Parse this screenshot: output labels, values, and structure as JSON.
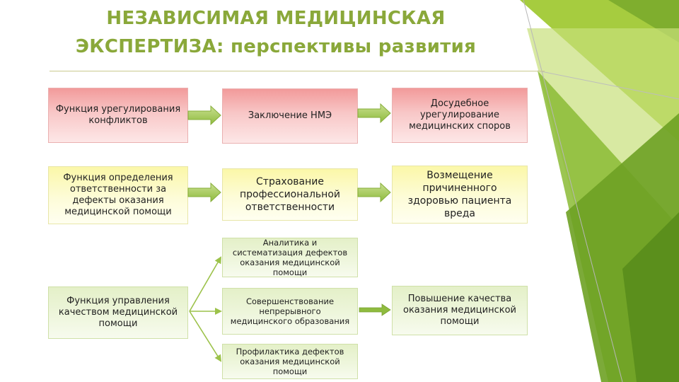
{
  "title": {
    "line1": "НЕЗАВИСИМАЯ МЕДИЦИНСКАЯ",
    "line2": "ЭКСПЕРТИЗА: перспективы развития"
  },
  "rows": {
    "row1": {
      "left": "Функция урегулирования конфликтов",
      "middle": "Заключение НМЭ",
      "right": "Досудебное урегулирование медицинских споров"
    },
    "row2": {
      "left": "Функция определения ответственности за дефекты оказания медицинской помощи",
      "middle": "Страхование профессиональной ответственности",
      "right": "Возмещение причиненного здоровью пациента вреда"
    },
    "row3": {
      "left": "Функция управления качеством медицинской помощи",
      "middle_items": [
        "Аналитика и систематизация дефектов оказания медицинской помощи",
        "Совершенствование непрерывного медицинского образования",
        "Профилактика дефектов оказания медицинской помощи"
      ],
      "right": "Повышение качества оказания медицинской помощи"
    }
  },
  "colors": {
    "accent_green": "#8aa83a",
    "pink_box": "#f29a9a",
    "yellow_box": "#fbf7a8",
    "green_box": "#e4f0c8"
  }
}
